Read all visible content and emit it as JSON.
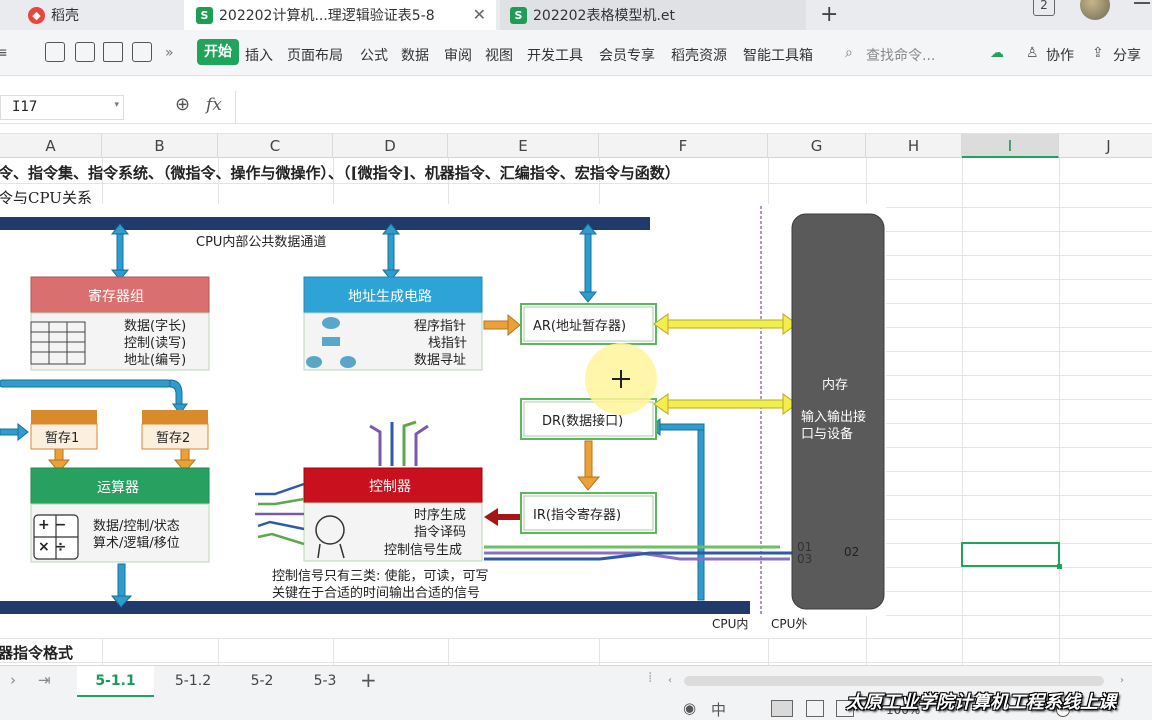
{
  "tabs": [
    {
      "label": "稻壳",
      "icon": "daoke-icon",
      "color": "#e8453c"
    },
    {
      "label": "202202计算机...理逻辑验证表5-8",
      "icon": "spreadsheet-icon",
      "color": "#1e9e55",
      "active": true
    },
    {
      "label": "202202表格模型机.et",
      "icon": "spreadsheet-icon",
      "color": "#1e9e55"
    }
  ],
  "tab_badge": "2",
  "ribbon": {
    "start": "开始",
    "menus": [
      "插入",
      "页面布局",
      "公式",
      "数据",
      "审阅",
      "视图",
      "开发工具",
      "会员专享",
      "稻壳资源",
      "智能工具箱"
    ],
    "search_placeholder": "查找命令...",
    "collab": "协作",
    "share": "分享"
  },
  "formula": {
    "cell_ref": "I17",
    "fx": "fx"
  },
  "columns": [
    "A",
    "B",
    "C",
    "D",
    "E",
    "F",
    "G",
    "H",
    "I",
    "J"
  ],
  "selected_column": "I",
  "rows": {
    "row1": "令、指令集、指令系统、（微指令、操作与微操作）、（[微指令]、机器指令、汇编指令、宏指令与函数）",
    "row2": "令与CPU关系",
    "row_bottom": "器指令格式"
  },
  "diagram": {
    "bus_label": "CPU内部公共数据通道",
    "registers": {
      "title": "寄存器组",
      "lines": [
        "数据(字长)",
        "控制(读写)",
        "地址(编号)"
      ],
      "color": "#d9706f"
    },
    "addr_gen": {
      "title": "地址生成电路",
      "lines": [
        "程序指针",
        "栈指针",
        "数据寻址"
      ],
      "color": "#2ea3d6"
    },
    "ar": "AR(地址暂存器)",
    "dr": "DR(数据接口)",
    "ir": "IR(指令寄存器)",
    "temp1": "暂存1",
    "temp2": "暂存2",
    "alu": {
      "title": "运算器",
      "lines": [
        "数据/控制/状态",
        "算术/逻辑/移位"
      ],
      "color": "#27a060"
    },
    "control": {
      "title": "控制器",
      "lines": [
        "时序生成",
        "指令译码",
        "控制信号生成"
      ],
      "color": "#c8101e"
    },
    "signal_note": [
      "控制信号只有三类: 使能，可读，可写",
      "关键在于合适的时间输出合适的信号"
    ],
    "memory": {
      "title": "内存",
      "sub": "输入输出接口与设备",
      "color": "#5a5a5a"
    },
    "cpu_in": "CPU内",
    "cpu_out": "CPU外",
    "sig01": "01",
    "sig02": "02",
    "sig03": "03"
  },
  "sheets": [
    "5-1.1",
    "5-1.2",
    "5-2",
    "5-3"
  ],
  "active_sheet": "5-1.1",
  "status": {
    "zoom": "100%"
  },
  "watermark": "太原工业学院计算机工程系线上课"
}
